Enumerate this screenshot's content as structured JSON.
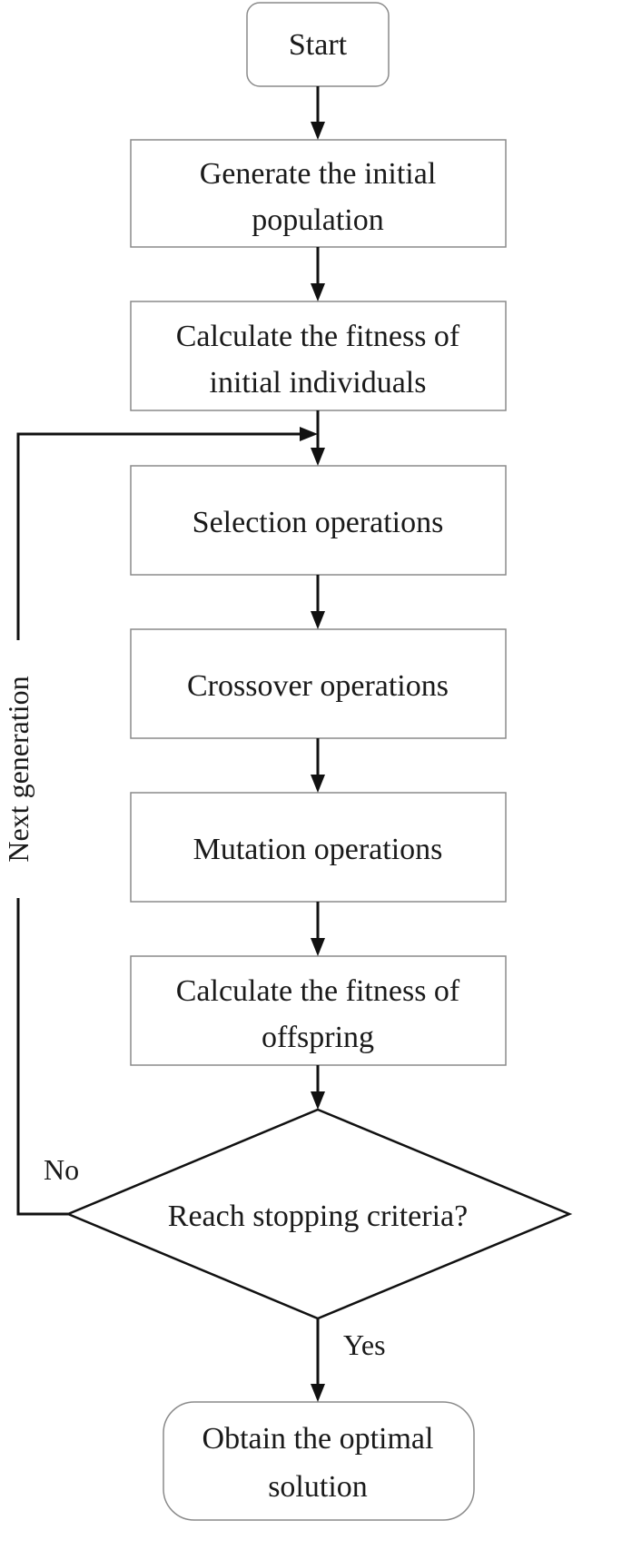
{
  "nodes": {
    "start": "Start",
    "generate_line1": "Generate the initial",
    "generate_line2": "population",
    "fitness_initial_line1": "Calculate the fitness of",
    "fitness_initial_line2": "initial individuals",
    "selection": "Selection operations",
    "crossover": "Crossover operations",
    "mutation": "Mutation operations",
    "fitness_offspring_line1": "Calculate the fitness of",
    "fitness_offspring_line2": "offspring",
    "decision": "Reach stopping criteria?",
    "end_line1": "Obtain the optimal",
    "end_line2": "solution"
  },
  "edge_labels": {
    "no": "No",
    "yes": "Yes",
    "loop": "Next generation"
  }
}
